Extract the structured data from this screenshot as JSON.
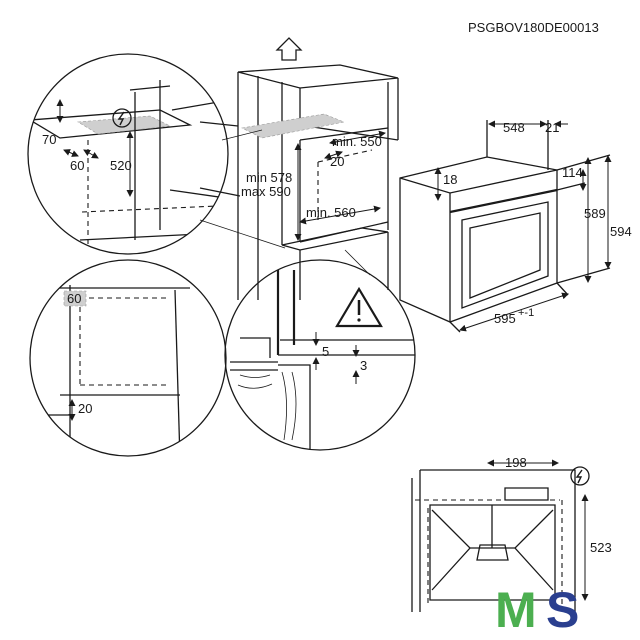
{
  "doc_code": "PSGBOV180DE00013",
  "labels": {
    "d70": "70",
    "d60a": "60",
    "d520": "520",
    "min550": "min. 550",
    "d20a": "20",
    "min578": "min 578",
    "max590": "max 590",
    "min560": "min. 560",
    "d548": "548",
    "d21": "21",
    "d18": "18",
    "d114": "114",
    "d589": "589",
    "d594": "594",
    "d595": "595",
    "d595tol": "+-1",
    "d60b": "60",
    "d20b": "20",
    "d5": "5",
    "d3": "3",
    "d198": "198",
    "d523": "523"
  },
  "logo": {
    "m": "M",
    "s": "S",
    "colors": {
      "m": "#4caf50",
      "s": "#2a3f8f"
    }
  },
  "icons": [
    "power-warning-icon",
    "warning-triangle-icon",
    "up-arrow-icon"
  ]
}
